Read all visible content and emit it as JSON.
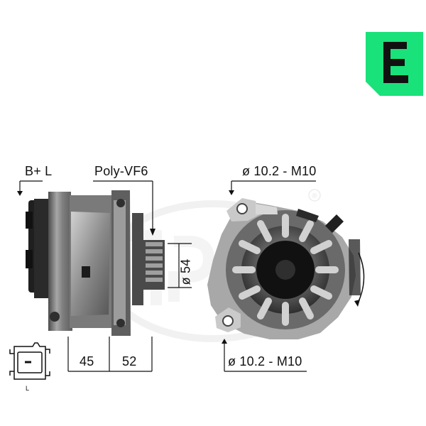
{
  "brand": {
    "badge_color": "#19e27a",
    "badge_icon": "e-logo-icon",
    "watermark_icon": "era-watermark-icon",
    "registered_mark": "®"
  },
  "labels": {
    "terminal": "B+ L",
    "pulley": "Poly-VF6",
    "top_thread": "ø 10.2 - M10",
    "bottom_thread": "ø 10.2 - M10",
    "pulley_diameter": "ø 54",
    "dim_left": "45",
    "dim_right": "52",
    "connector_pin": "L"
  },
  "colors": {
    "line": "#111111",
    "metal_dark": "#262626",
    "metal_mid": "#6d6d6d",
    "metal_light": "#b8b8b8",
    "watermark": "#e7e7e7"
  }
}
